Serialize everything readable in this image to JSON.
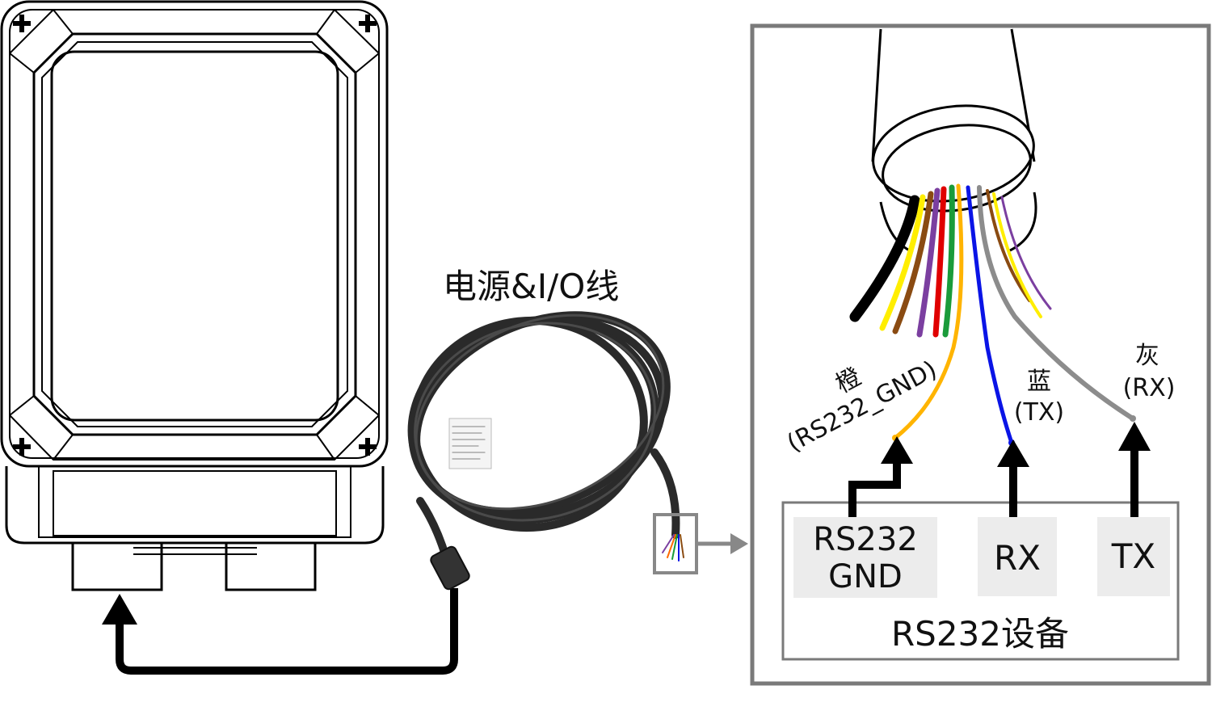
{
  "cable_title": "电源&I/O线",
  "wire_labels": {
    "orange": {
      "color_name": "橙",
      "signal": "(RS232_GND)"
    },
    "blue": {
      "color_name": "蓝",
      "signal": "(TX)"
    },
    "gray": {
      "color_name": "灰",
      "signal": "(RX)"
    }
  },
  "device": {
    "title": "RS232设备",
    "pins": [
      {
        "line1": "RS232",
        "line2": "GND"
      },
      {
        "line1": "RX"
      },
      {
        "line1": "TX"
      }
    ]
  },
  "colors": {
    "frame": "#7a7a7a",
    "device_box_fill": "#ececec",
    "wire_black": "#000000",
    "wire_yellow": "#ffee00",
    "wire_brown": "#8a4b12",
    "wire_purple": "#7b3fa0",
    "wire_red": "#e00000",
    "wire_green": "#1a9b3a",
    "wire_orange": "#ffb400",
    "wire_blue": "#0a14e6",
    "wire_gray": "#8c8c8c"
  },
  "icons": [
    "corner-cross-icon",
    "up-arrow-icon",
    "right-arrow-icon"
  ]
}
